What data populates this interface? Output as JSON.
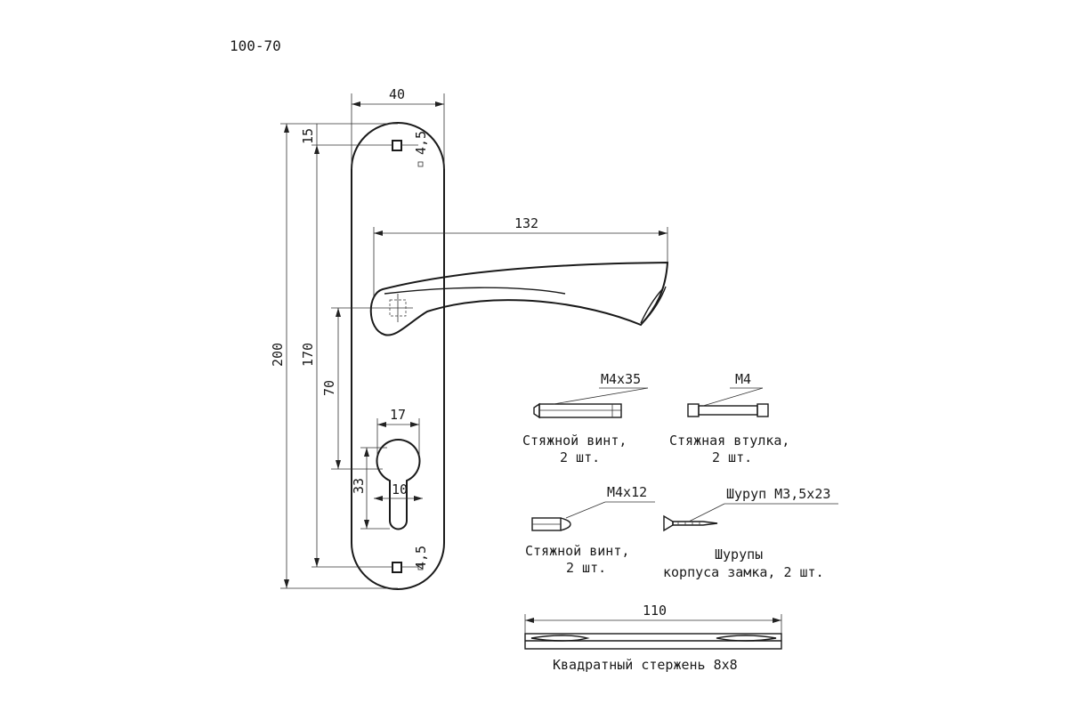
{
  "model": "100-70",
  "dimensions": {
    "plate_width": "40",
    "top_hole_offset": "15",
    "hole_size_top": "4,5",
    "hole_size_bottom": "4,5",
    "lever_length": "132",
    "plate_height": "200",
    "hole_spacing": "170",
    "center_distance": "70",
    "cylinder_width": "17",
    "cylinder_height": "33",
    "cylinder_slot": "10",
    "spindle_length": "110"
  },
  "parts": {
    "screw_long": {
      "spec": "М4х35",
      "caption_1": "Стяжной винт,",
      "caption_2": "2 шт."
    },
    "sleeve": {
      "spec": "М4",
      "caption_1": "Стяжная втулка,",
      "caption_2": "2 шт."
    },
    "screw_short": {
      "spec": "М4х12",
      "caption_1": "Стяжной винт,",
      "caption_2": "2 шт."
    },
    "wood_screw": {
      "spec": "Шуруп М3,5х23",
      "caption_1": "Шурупы",
      "caption_2": "корпуса замка, 2 шт."
    },
    "spindle": {
      "caption": "Квадратный стержень 8х8"
    }
  }
}
